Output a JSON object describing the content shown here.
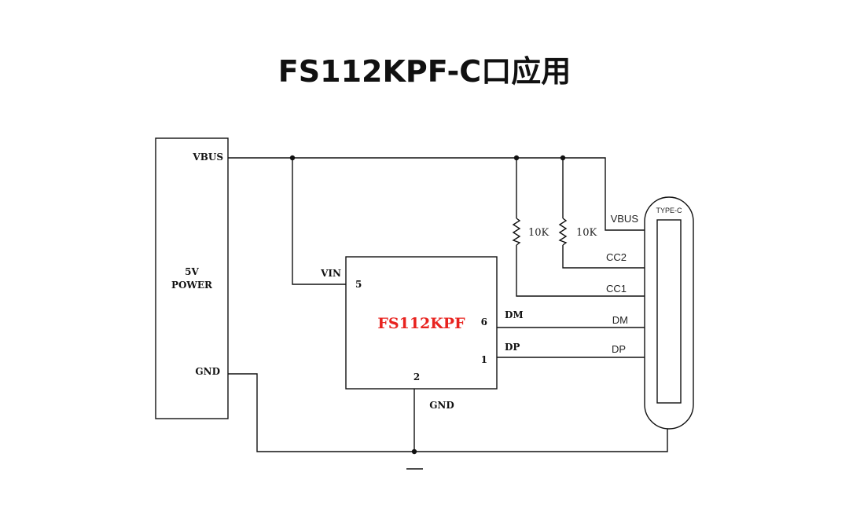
{
  "title": "FS112KPF-C口应用",
  "power_block": {
    "label_line1": "5V",
    "label_line2": "POWER",
    "pin_vbus": "VBUS",
    "pin_gnd": "GND"
  },
  "chip": {
    "name": "FS112KPF",
    "name_color": "#e8231f",
    "pins": [
      {
        "number": "5",
        "name": "VIN"
      },
      {
        "number": "6",
        "name": "DM"
      },
      {
        "number": "1",
        "name": "DP"
      },
      {
        "number": "2",
        "name": "GND"
      }
    ]
  },
  "resistors": [
    {
      "value": "10K"
    },
    {
      "value": "10K"
    }
  ],
  "connector": {
    "label": "TYPE-C",
    "pins": [
      "VBUS",
      "CC2",
      "CC1",
      "DM",
      "DP"
    ]
  },
  "colors": {
    "wire": "#111111",
    "chip_label": "#e8231f"
  }
}
